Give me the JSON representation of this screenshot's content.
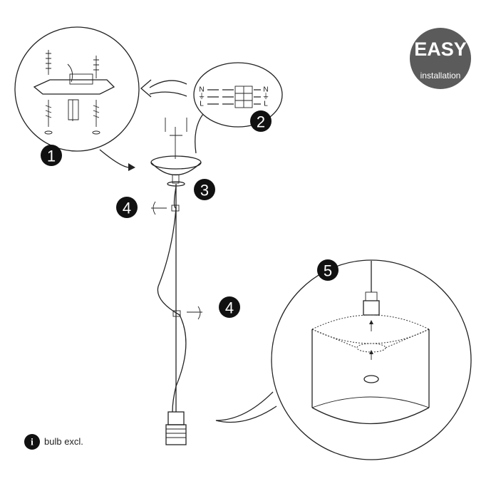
{
  "badge": {
    "title": "EASY",
    "subtitle": "installation",
    "color": "#5b5b5b"
  },
  "steps": [
    "1",
    "2",
    "3",
    "4",
    "4",
    "5"
  ],
  "wiring": {
    "left_labels": [
      "N",
      "⏚",
      "L"
    ],
    "right_labels": [
      "N",
      "⏚",
      "L"
    ]
  },
  "note": {
    "icon": "i",
    "text": "bulb excl."
  }
}
